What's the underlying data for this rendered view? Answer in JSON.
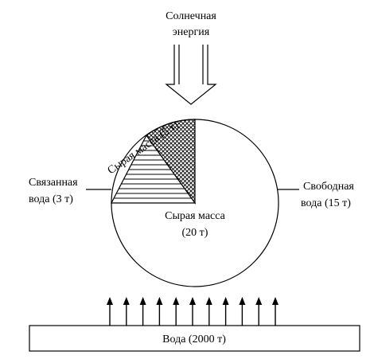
{
  "source_label": {
    "line1": "Солнечная",
    "line2": "энергия"
  },
  "wedge_label": "Сырая масса (5 т)",
  "bound_water": {
    "line1": "Связанная",
    "line2": "вода (3 т)"
  },
  "free_water": {
    "line1": "Свободная",
    "line2": "вода (15 т)"
  },
  "center_label": {
    "line1": "Сырая масса",
    "line2": "(20 т)"
  },
  "base_label": "Вода (2000 т)",
  "arrow_count": 11,
  "colors": {
    "stroke": "#000000",
    "background": "#ffffff"
  }
}
